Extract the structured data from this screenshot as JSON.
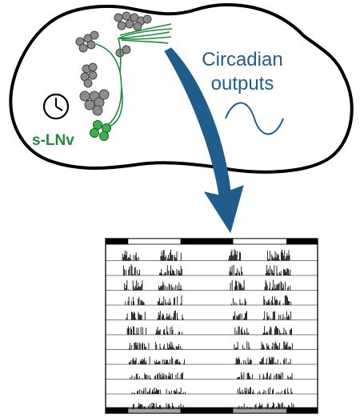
{
  "labels": {
    "circadian_line1": "Circadian",
    "circadian_line2": "outputs",
    "neuron_group": "s-LNv"
  },
  "icons": {
    "clock": "clock-icon",
    "wave": "sine-wave-icon",
    "arrow": "curved-arrow-icon"
  },
  "colors": {
    "outline": "#000000",
    "neuron_green": "#1e8c3a",
    "neuron_fill": "#3cb04a",
    "cell_gray": "#8c8c8c",
    "output_blue": "#1f5d8c",
    "actogram_trace": "#111111",
    "light_bar": "#ffffff",
    "dark_bar": "#000000",
    "subjective_day_bar": "#a0a0a0"
  },
  "actogram": {
    "rows": 11,
    "top_light_dark_bar": [
      "dark",
      "light",
      "dark",
      "light",
      "dark"
    ],
    "bottom_light_dark_bar": [
      "dark",
      "subjective-day",
      "dark",
      "subjective-day",
      "dark"
    ]
  }
}
